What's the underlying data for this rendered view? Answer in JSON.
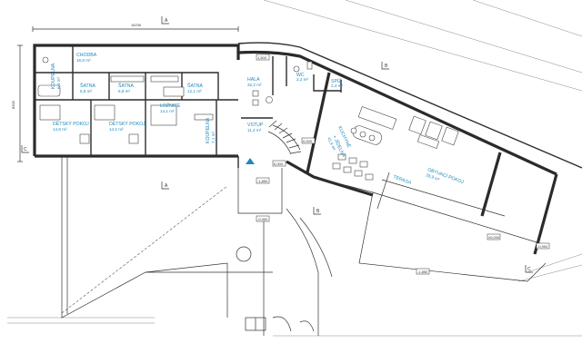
{
  "rooms": [
    {
      "id": "chodba",
      "name": "CHODBA",
      "area": "16,8 m²"
    },
    {
      "id": "koupelna1",
      "name": "KOUPELNA",
      "area": "6,4 m²"
    },
    {
      "id": "satna1",
      "name": "ŠATNA",
      "area": "5,8 m²"
    },
    {
      "id": "satna2",
      "name": "ŠATNA",
      "area": "6,8 m²"
    },
    {
      "id": "satna3",
      "name": "ŠATNA",
      "area": "12,1 m²"
    },
    {
      "id": "loznice",
      "name": "LOŽNICE",
      "area": "14,1 m²"
    },
    {
      "id": "koupelna2",
      "name": "KOUPELNA",
      "area": "7,1 m²"
    },
    {
      "id": "detsky1",
      "name": "DĚTSKÝ POKOJ",
      "area": "14,8 m²"
    },
    {
      "id": "detsky2",
      "name": "DĚTSKÝ POKOJ",
      "area": "14,1 m²"
    },
    {
      "id": "hala",
      "name": "HALA",
      "area": "32,2 m²"
    },
    {
      "id": "vstup",
      "name": "VSTUP",
      "area": "11,4 m²"
    },
    {
      "id": "wc",
      "name": "WC",
      "area": "2,2 m²"
    },
    {
      "id": "spiz",
      "name": "SPÍŽ",
      "area": "2,4 m²"
    },
    {
      "id": "kuchyne",
      "name": "KUCHYNĚ",
      "area": ""
    },
    {
      "id": "jidelna",
      "name": "+ JÍDELNA",
      "area": "41,9 m²"
    },
    {
      "id": "obyvaci",
      "name": "OBÝVACÍ POKOJ",
      "area": "28,9 m²"
    },
    {
      "id": "terasa",
      "name": "TERASA",
      "area": ""
    }
  ],
  "dimensions": {
    "top": "15230",
    "left": "8300"
  },
  "levels": [
    "1,500",
    "0,000",
    "-1,850",
    "0,000",
    "-0,900",
    "-1,850",
    "-0,900",
    "±0,000"
  ],
  "section_marks": [
    "A",
    "A",
    "B",
    "B",
    "C",
    "C"
  ],
  "colors": {
    "label": "#1e8ac0",
    "wall": "#2b2b2b",
    "entry_marker": "#1e8ac0"
  }
}
